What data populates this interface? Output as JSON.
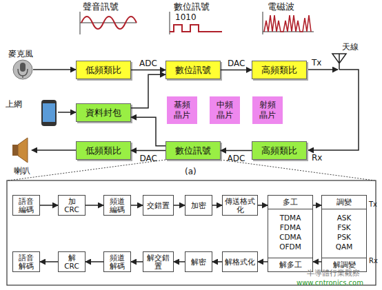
{
  "diagram": {
    "nodes": [
      {
        "text": [
          "低頻類比"
        ]
      },
      {
        "text": [
          "數位訊號"
        ]
      },
      {
        "text": [
          "高頻類比"
        ]
      },
      {
        "text": [
          "資料封包"
        ]
      },
      {
        "text": [
          "基頻晶片"
        ]
      },
      {
        "text": [
          "中頻晶片"
        ]
      },
      {
        "text": [
          "射頻晶片"
        ]
      },
      {
        "text": [
          "低頻類比"
        ]
      },
      {
        "text": [
          "數位訊號"
        ]
      },
      {
        "text": [
          "高頻類比"
        ]
      },
      {
        "text": [
          "語音編碼"
        ]
      },
      {
        "text": [
          "加CRC"
        ]
      },
      {
        "text": [
          "頻道編碼"
        ]
      },
      {
        "text": [
          "交錯置"
        ]
      },
      {
        "text": [
          "加密"
        ]
      },
      {
        "text": [
          "傳送格式化"
        ]
      },
      {
        "text": [
          "多工",
          "TDMA FDMA CDMA OFDM",
          "解多工"
        ]
      },
      {
        "text": [
          "調變",
          "ASK FSK PSK QAM",
          "解調變"
        ]
      },
      {
        "text": [
          "語音解碼"
        ]
      },
      {
        "text": [
          "解CRC"
        ]
      },
      {
        "text": [
          "頻道解碼"
        ]
      },
      {
        "text": [
          "解交錯置"
        ]
      },
      {
        "text": [
          "解密"
        ]
      },
      {
        "text": [
          "解格式化"
        ]
      }
    ],
    "edges": [
      {
        "from": 0,
        "to": 1,
        "arrow": "to",
        "label": "ADC"
      },
      {
        "from": 1,
        "to": 2,
        "arrow": "to",
        "label": "DAC"
      },
      {
        "from": 3,
        "to": 1,
        "arrow": "to"
      },
      {
        "from": 8,
        "to": 3,
        "arrow": "to"
      },
      {
        "from": 9,
        "to": 8,
        "arrow": "to",
        "label": "ADC"
      },
      {
        "from": 8,
        "to": 7,
        "arrow": "to",
        "label": "DAC"
      },
      {
        "from": 10,
        "to": 11,
        "arrow": "to"
      },
      {
        "from": 11,
        "to": 12,
        "arrow": "to"
      },
      {
        "from": 12,
        "to": 13,
        "arrow": "to"
      },
      {
        "from": 13,
        "to": 14,
        "arrow": "to"
      },
      {
        "from": 14,
        "to": 15,
        "arrow": "to"
      },
      {
        "from": 15,
        "to": 16,
        "arrow": "to"
      },
      {
        "from": 16,
        "to": 17,
        "arrow": "to"
      },
      {
        "from": 17,
        "to": 16,
        "arrow": "to"
      },
      {
        "from": 16,
        "to": 23,
        "arrow": "to"
      },
      {
        "from": 23,
        "to": 22,
        "arrow": "to"
      },
      {
        "from": 22,
        "to": 21,
        "arrow": "to"
      },
      {
        "from": 21,
        "to": 20,
        "arrow": "to"
      },
      {
        "from": 20,
        "to": 19,
        "arrow": "to"
      },
      {
        "from": 19,
        "to": 18,
        "arrow": "to"
      }
    ],
    "labels": [
      "聲音訊號",
      "數位訊號",
      "電磁波",
      "1010",
      "麥克風",
      "上網",
      "喇叭",
      "Tx",
      "天線",
      "Rx",
      "(a)",
      "Tx",
      "Rx",
      "半導體行業觀察",
      "www.cntronics.com"
    ]
  }
}
